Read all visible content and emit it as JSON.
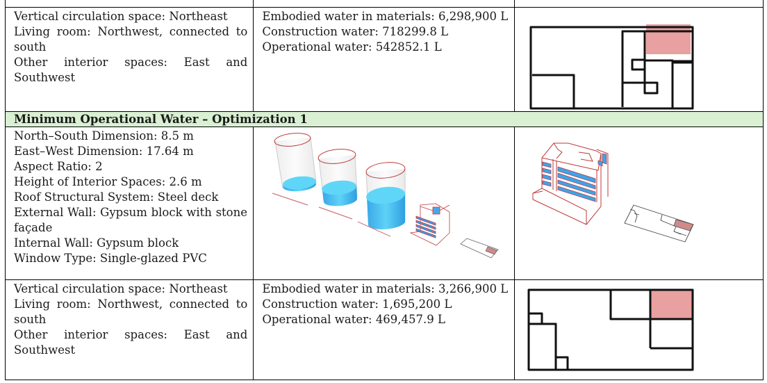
{
  "rows": {
    "layout_top": {
      "lines": [
        "Vertical circulation space: Northeast",
        "Living room: Northwest, connected to south",
        "Other interior spaces: East and Southwest"
      ],
      "water": [
        "Embodied water in materials: 6,298,900 L",
        "Construction water: 718299.8 L",
        "Operational water: 542852.1 L"
      ]
    },
    "section_header": "Minimum Operational Water – Optimization 1",
    "specs": [
      "North–South Dimension: 8.5 m",
      "East–West Dimension: 17.64 m",
      "Aspect Ratio: 2",
      "Height of Interior Spaces: 2.6 m",
      "Roof Structural System: Steel deck",
      "External Wall: Gypsum block with stone façade",
      "Internal Wall: Gypsum block",
      "Window Type: Single-glazed PVC"
    ],
    "layout_bottom": {
      "lines": [
        "Vertical circulation space: Northeast",
        "Living room: Northwest, connected to south",
        "Other interior spaces: East and Southwest"
      ],
      "water": [
        "Embodied water in materials: 3,266,900 L",
        "Construction water: 1,695,200 L",
        "Operational water: 469,457.9 L"
      ]
    }
  },
  "colors": {
    "header_bg": "#d9f0d3",
    "highlight_room": "#e8a0a0",
    "water_fill": "#4fc3f0",
    "model_line": "#c0393b"
  }
}
